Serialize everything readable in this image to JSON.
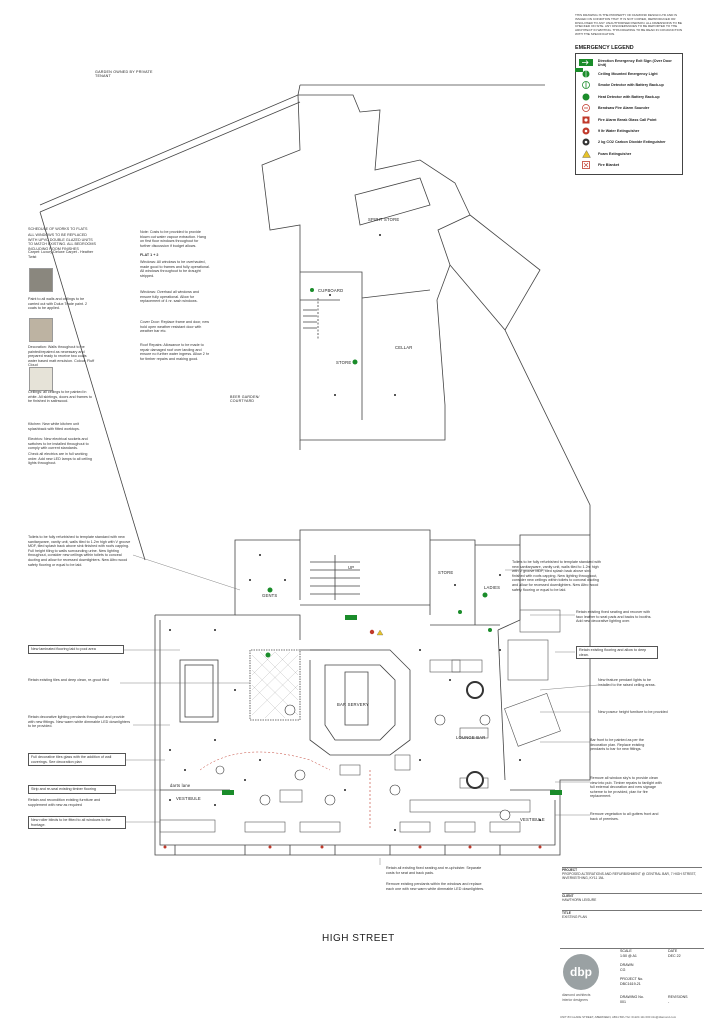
{
  "disclaimer": "THIS DRAWING IS THE PROPERTY OF DIAMOND DESIGN LTD AND IS ISSUED ON CONDITION THAT IT IS NOT COPIED, REPRODUCED OR DISCLOSED TO ANY UNAUTHORISED PERSON. ALL DIMENSIONS TO BE CHECKED ON SITE. ANY DISCREPANCIES TO BE REPORTED TO THE ARCHITECT IN WRITING. THIS DRAWING TO BE READ IN CONJUNCTION WITH THE SPECIFICATION.",
  "legend": {
    "title": "EMERGENCY LEGEND",
    "items": [
      {
        "label": "Direction Emergency Exit Sign (Over Door Unit)",
        "icon": "exit-sign-icon",
        "color": "#1a8c2a"
      },
      {
        "label": "Ceiling Mounted Emergency Light",
        "icon": "emergency-light-icon",
        "color": "#1a8c2a"
      },
      {
        "label": "Smoke Detector with Battery Back-up",
        "icon": "smoke-detector-icon",
        "color": "#1a8c2a"
      },
      {
        "label": "Heat Detector with Battery Back-up",
        "icon": "heat-detector-icon",
        "color": "#1a8c2a"
      },
      {
        "label": "Bendsaw Fire Alarm Sounder",
        "icon": "alarm-sounder-icon",
        "color": "#c0392b"
      },
      {
        "label": "Fire Alarm Break Glass Call Point",
        "icon": "break-glass-icon",
        "color": "#c0392b"
      },
      {
        "label": "9 ltr Water Extinguisher",
        "icon": "water-extinguisher-icon",
        "color": "#c0392b"
      },
      {
        "label": "2 kg CO2 Carbon Dioxide Extinguisher",
        "icon": "co2-extinguisher-icon",
        "color": "#333"
      },
      {
        "label": "Foam Extinguisher",
        "icon": "foam-extinguisher-icon",
        "color": "#e6c229"
      },
      {
        "label": "Fire Blanket",
        "icon": "fire-blanket-icon",
        "color": "#c0392b"
      }
    ]
  },
  "rooms": {
    "garden": "GARDEN OWNED BY PRIVATE TENANT",
    "spirit_store": "SPIRIT STORE",
    "cupboard": "CUPBOARD",
    "store": "STORE",
    "cellar": "CELLAR",
    "beer_garden": "BEER GARDEN/ COURTYARD",
    "gents": "GENTS",
    "bar_servery": "BAR SERVERY",
    "lounge_bar": "LOUNGE BAR",
    "ladies": "LADIES",
    "store2": "STORE",
    "vestibule_left": "VESTIBULE",
    "vestibule_right": "VESTIBULE",
    "darts": "darts lane",
    "up": "UP"
  },
  "schedule": {
    "title": "SCHEDULE OF WORKS TO FLATS",
    "intro": "ALL WINDOWS TO BE REPLACED WITH UPVC DOUBLE GLAZED UNITS TO MATCH EXISTING. ALL BEDROOMS INCLUDING ROOM FINISHES",
    "carpet": "Carpet: Luxury Deluxe Carpet - Heather Twist",
    "paint_block": "Paint to all walls and ceilings to be carried out with Dulux Trade paint. 2 coats to be applied.",
    "section_b": "Decoration: Walls throughout to be painted/repaired as necessary and prepared ready to receive two coats water based matt emulsion. Colour: Fluff Cloud",
    "section_c": "Ceilings: all ceilings to be painted in white. All skirtings, doors and frames to be finished in satinwood.",
    "kitchen": "Kitchen: New white kitchen unit splashback with fitted worktops.",
    "electrics": "Electrics: New electrical sockets and switches to be installed throughout to comply with current standards.",
    "lighting": "Check all electrics are in full working order. Add new LED lamps to all ceiling lights throughout."
  },
  "notes_mid": {
    "intro": "Note: Costs to be provided to provide blown out water vapour extraction. Hang on first floor windows throughout for further discussion if budget allows.",
    "flat": "FLAT 1 + 2",
    "windows": "Windows: All windows to be overhauled, made good to frames and fully operational. All windows throughout to be draught stripped.",
    "windows2": "Windows: Overhaul all windows and ensure fully operational. Allow for replacement of 4 nr. sash windows.",
    "doors": "Cover Door: Replace frame and door, new hold open weather resistant door with weather bar etc.",
    "roof": "Roof Repairs: Allowance to be made to repair damaged roof over landing and ensure no further water ingress. Allow 2 hr for timber repairs and making good."
  },
  "callouts_left": [
    "Toilets to be fully refurbished to template standard with new sanitaryware, vanity unit, walls tiled to 1.2m high with V groove MDF, tiled splash back above sink finished with roofs capping. Full height tiling to walls surrounding urine. New lighting throughout, consider new ceilings within toilets to conceal ducting and allow for recessed downlighters. New Altro wood safety flooring or equal to be laid.",
    "New laminated flooring laid to pool area",
    "Retain existing tiles and deep clean, re-grout tiled",
    "Retain decorative lighting pendants throughout and provide with new fittings. New warm white dimmable LED downlighters to be provided.",
    "Full decorative tiles glass with the addition of wall coverings. See decoration plan",
    "Strip and re-seal existing timber flooring",
    "Retain and recondition existing furniture and supplement with new as required",
    "New roller blinds to be fitted to all windows to the frontage."
  ],
  "callouts_right": [
    "Toilets to be fully refurbished to template standard with new sanitaryware, vanity unit, walls tiled to 1.2m high with V groove MDF, tiled splash back above sink finished with roofs capping. New lighting throughout, consider new ceilings within toilets to conceal ducting and allow for recessed downlighters. New Altro wood safety flooring or equal to be laid.",
    "Retain existing fixed seating and recover with faux leather to seat pads and backs to booths. Add new decorative lighting over.",
    "Retain existing flooring and allow to deep clean.",
    "New feature pendant lights to be installed to the raised ceiling areas.",
    "New poseur height furniture to be provided",
    "Bar front to be painted as per the decoration plan. Replace existing pendants to bar for new fittings.",
    "Remove all window sky's to provide clean view into pub. Timber repairs to fanlight with full external decoration and new signage scheme to be provided, plan for fire replacement.",
    "Remove vegetation to all gutters front and back of premises."
  ],
  "callouts_bottom": [
    "Retain all existing fixed seating and re-upholster. Separate costs for seat and back pads.",
    "Remove existing pendants within the windows and replace each one with new warm white dimmable LED downlighters."
  ],
  "street": "HIGH STREET",
  "title_block": {
    "project_h": "PROJECT",
    "project": "PROPOSED ALTERATIONS AND REFURBISHMENT @ CENTRAL BAR, 7 HIGH STREET, INVERKEITHING, KY11 1NL",
    "client_h": "CLIENT",
    "client": "HAWTHORN LEISURE",
    "title_h": "TITLE",
    "title": "EXISTING PLAN",
    "scale_h": "SCALE",
    "scale": "1:50 @ A1",
    "date_h": "DATE",
    "date": "DEC 22",
    "drawn_h": "DRAWN",
    "drawn": "CG",
    "project_no_h": "PROJECT No.",
    "project_no": "DBC1619-21",
    "drawing_no_h": "DRAWING No.",
    "drawing_no": "001",
    "revisions_h": "REVISIONS",
    "revisions": "-",
    "logo": "dbp",
    "firm": "diamond architects",
    "firm2": "interior designers",
    "address": "UNIT 83 GLADE STREET, ABERDEEN, AB11 5RU Tel: 01224 111 000 info@diamond.com"
  }
}
